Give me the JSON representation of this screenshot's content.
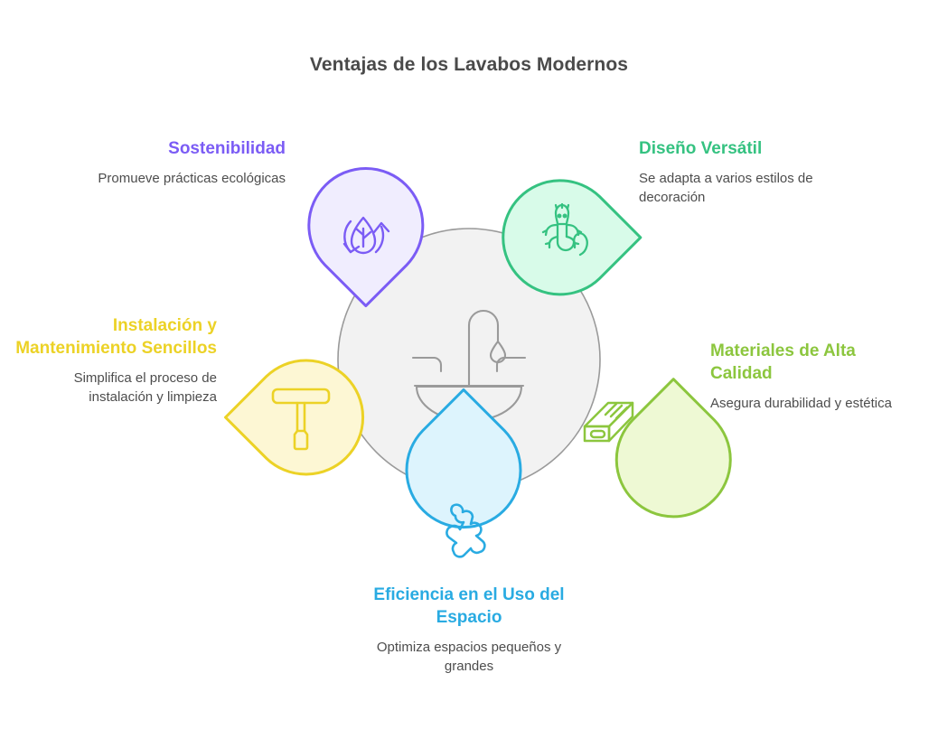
{
  "page": {
    "title": "Ventajas de los Lavabos Modernos",
    "background_color": "#ffffff",
    "title_color": "#4a4a4a"
  },
  "center": {
    "icon_name": "sink-faucet-icon",
    "fill_color": "#f2f2f2",
    "stroke_color": "#9a9a9a"
  },
  "nodes": [
    {
      "id": "sostenibilidad",
      "title": "Sostenibilidad",
      "description": "Promueve prácticas ecológicas",
      "color": "#7b5cf5",
      "fill": "#f0edfe",
      "icon_name": "recycle-leaf-icon",
      "align": "right",
      "position": "top-left"
    },
    {
      "id": "diseno-versatil",
      "title": "Diseño Versátil",
      "description": "Se adapta a varios estilos de decoración",
      "color": "#35c281",
      "fill": "#d8fbe9",
      "icon_name": "lizard-icon",
      "align": "left",
      "position": "top-right"
    },
    {
      "id": "instalacion-mantenimiento",
      "title": "Instalación y Mantenimiento Sencillos",
      "description": "Simplifica el proceso de instalación y limpieza",
      "color": "#ecd226",
      "fill": "#fdf7d4",
      "icon_name": "squeegee-icon",
      "align": "right",
      "position": "left"
    },
    {
      "id": "materiales-alta-calidad",
      "title": "Materiales de Alta Calidad",
      "description": "Asegura durabilidad y estética",
      "color": "#8cc63e",
      "fill": "#eef9d4",
      "icon_name": "brick-block-icon",
      "align": "left",
      "position": "right"
    },
    {
      "id": "eficiencia-espacio",
      "title": "Eficiencia en el Uso del Espacio",
      "description": "Optimiza espacios pequeños y grandes",
      "color": "#29abe2",
      "fill": "#ddf4fd",
      "icon_name": "puzzle-piece-icon",
      "align": "center",
      "position": "bottom"
    }
  ]
}
